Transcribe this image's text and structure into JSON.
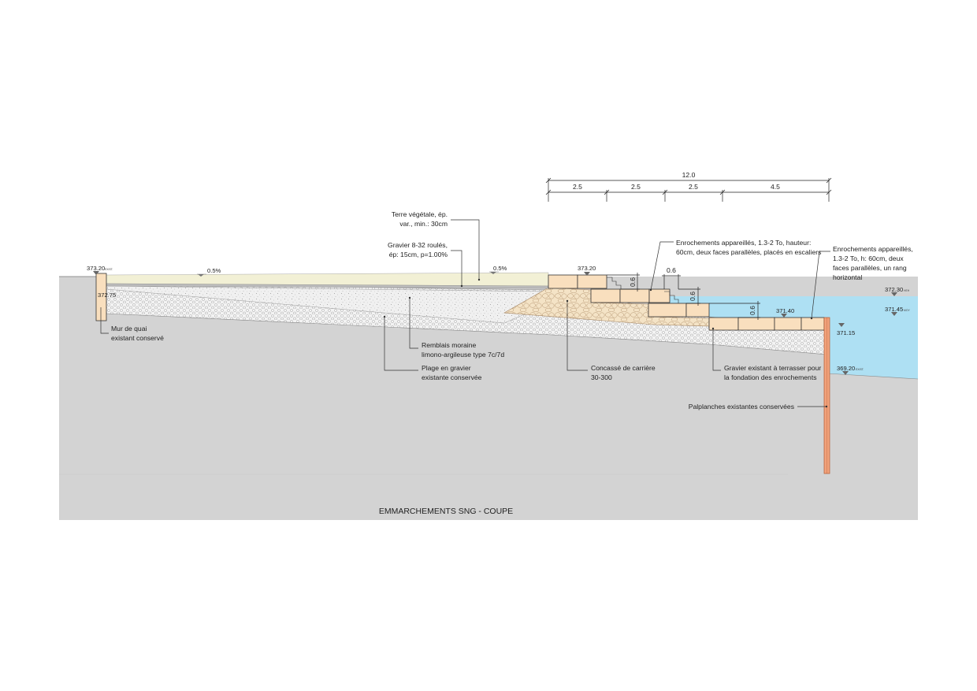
{
  "title": "EMMARCHEMENTS SNG - COUPE",
  "dimensions": {
    "total": "12.0",
    "segments": [
      "2.5",
      "2.5",
      "2.5",
      "4.5"
    ],
    "block_height_1": "0.6",
    "block_width": "0.6",
    "block_height_2": "0.6",
    "block_height_3": "0.6"
  },
  "levels": {
    "wall_top": "373.20",
    "wall_top_suffix": "EXIST.",
    "wall_bottom": "372.75",
    "step_top": "373.20",
    "step_bottom": "371.40",
    "sheet_pile_top": "371.15",
    "high_water": "372.30",
    "high_water_suffix": "HEH",
    "mean_water": "371.45",
    "mean_water_suffix": "MOY",
    "lake_bottom": "369.20",
    "lake_bottom_suffix": "EXIST."
  },
  "slopes": {
    "left": "0.5%",
    "right": "0.5%"
  },
  "labels": {
    "terre_l1": "Terre végétale, ép.",
    "terre_l2": "var., min.: 30cm",
    "gravier_l1": "Gravier 8-32 roulés,",
    "gravier_l2": "ép: 15cm, p=1.00%",
    "enro1_l1": "Enrochements appareillés, 1.3-2 To, hauteur:",
    "enro1_l2": "60cm, deux faces parallèles, placés en escaliers",
    "enro2_l1": "Enrochements appareillés,",
    "enro2_l2": "1.3-2 To, h: 60cm, deux",
    "enro2_l3": "faces parallèles, un rang",
    "enro2_l4": "horizontal",
    "mur_l1": "Mur de quai",
    "mur_l2": "existant conservé",
    "remblais_l1": "Remblais moraine",
    "remblais_l2": "limono-argileuse type 7c/7d",
    "plage_l1": "Plage en gravier",
    "plage_l2": "existante conservée",
    "concasse_l1": "Concassé de carrière",
    "concasse_l2": "30-300",
    "gravexist_l1": "Gravier existant à terrasser pour",
    "gravexist_l2": "la fondation des enrochements",
    "palplanches": "Palplanches existantes conservées"
  },
  "colors": {
    "ground": "#d3d3d3",
    "water": "#aee0f3",
    "topsoil": "#f2f0d5",
    "block": "#f9dfbe",
    "sheet_pile": "#f1a27c",
    "crushed_rock": "#f4e3c6"
  }
}
